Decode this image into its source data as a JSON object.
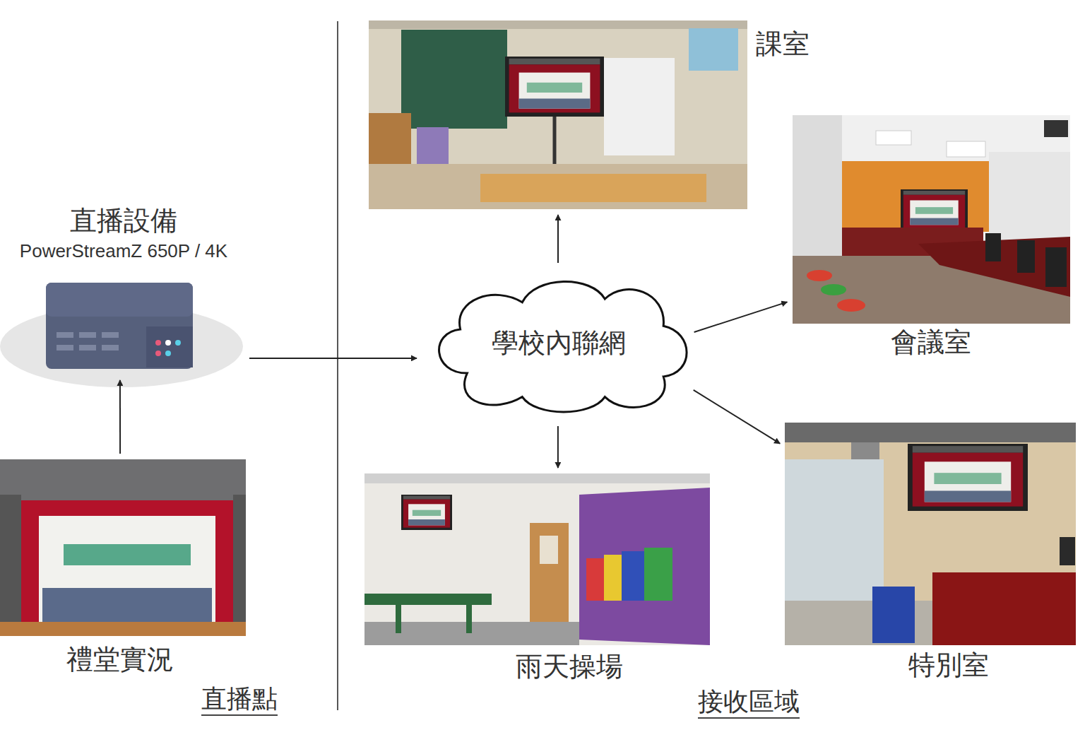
{
  "diagram": {
    "nodes": [
      {
        "text": [
          "直播設備",
          "PowerStreamZ 650P / 4K"
        ]
      },
      {
        "text": [
          "禮堂實況"
        ]
      },
      {
        "text": [
          "學校內聯網"
        ]
      },
      {
        "text": [
          "課室"
        ]
      },
      {
        "text": [
          "會議室"
        ]
      },
      {
        "text": [
          "雨天操場"
        ]
      },
      {
        "text": [
          "特別室"
        ]
      }
    ],
    "edges": [
      {
        "from": 1,
        "to": 0,
        "arrow": "to"
      },
      {
        "from": 0,
        "to": 2,
        "arrow": "to"
      },
      {
        "from": 2,
        "to": 3,
        "arrow": "to"
      },
      {
        "from": 2,
        "to": 4,
        "arrow": "to"
      },
      {
        "from": 2,
        "to": 5,
        "arrow": "to"
      },
      {
        "from": 2,
        "to": 6,
        "arrow": "to"
      }
    ],
    "labels": [
      "直播點",
      "接收區域"
    ]
  }
}
